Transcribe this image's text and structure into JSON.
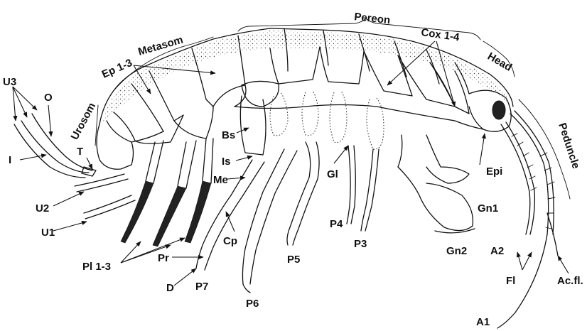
{
  "labels": {
    "pereon": "Pereon",
    "cox": "Cox 1-4",
    "head": "Head",
    "peduncle": "Peduncle",
    "metasom": "Metasom",
    "ep": "Ep 1-3",
    "urosom": "Urosom",
    "u3": "U3",
    "o": "O",
    "i": "I",
    "t": "T",
    "u2": "U2",
    "u1": "U1",
    "pl": "Pl 1-3",
    "pr": "Pr",
    "d": "D",
    "p7": "P7",
    "cp": "Cp",
    "me": "Me",
    "is": "Is",
    "bs": "Bs",
    "p6": "P6",
    "p5": "P5",
    "gl": "Gl",
    "p4": "P4",
    "p3": "P3",
    "epi": "Epi",
    "gn1": "Gn1",
    "gn2": "Gn2",
    "a2": "A2",
    "fl": "Fl",
    "acfl": "Ac.fl.",
    "a1": "A1"
  },
  "colors": {
    "ink": "#111111",
    "background": "#ffffff"
  }
}
